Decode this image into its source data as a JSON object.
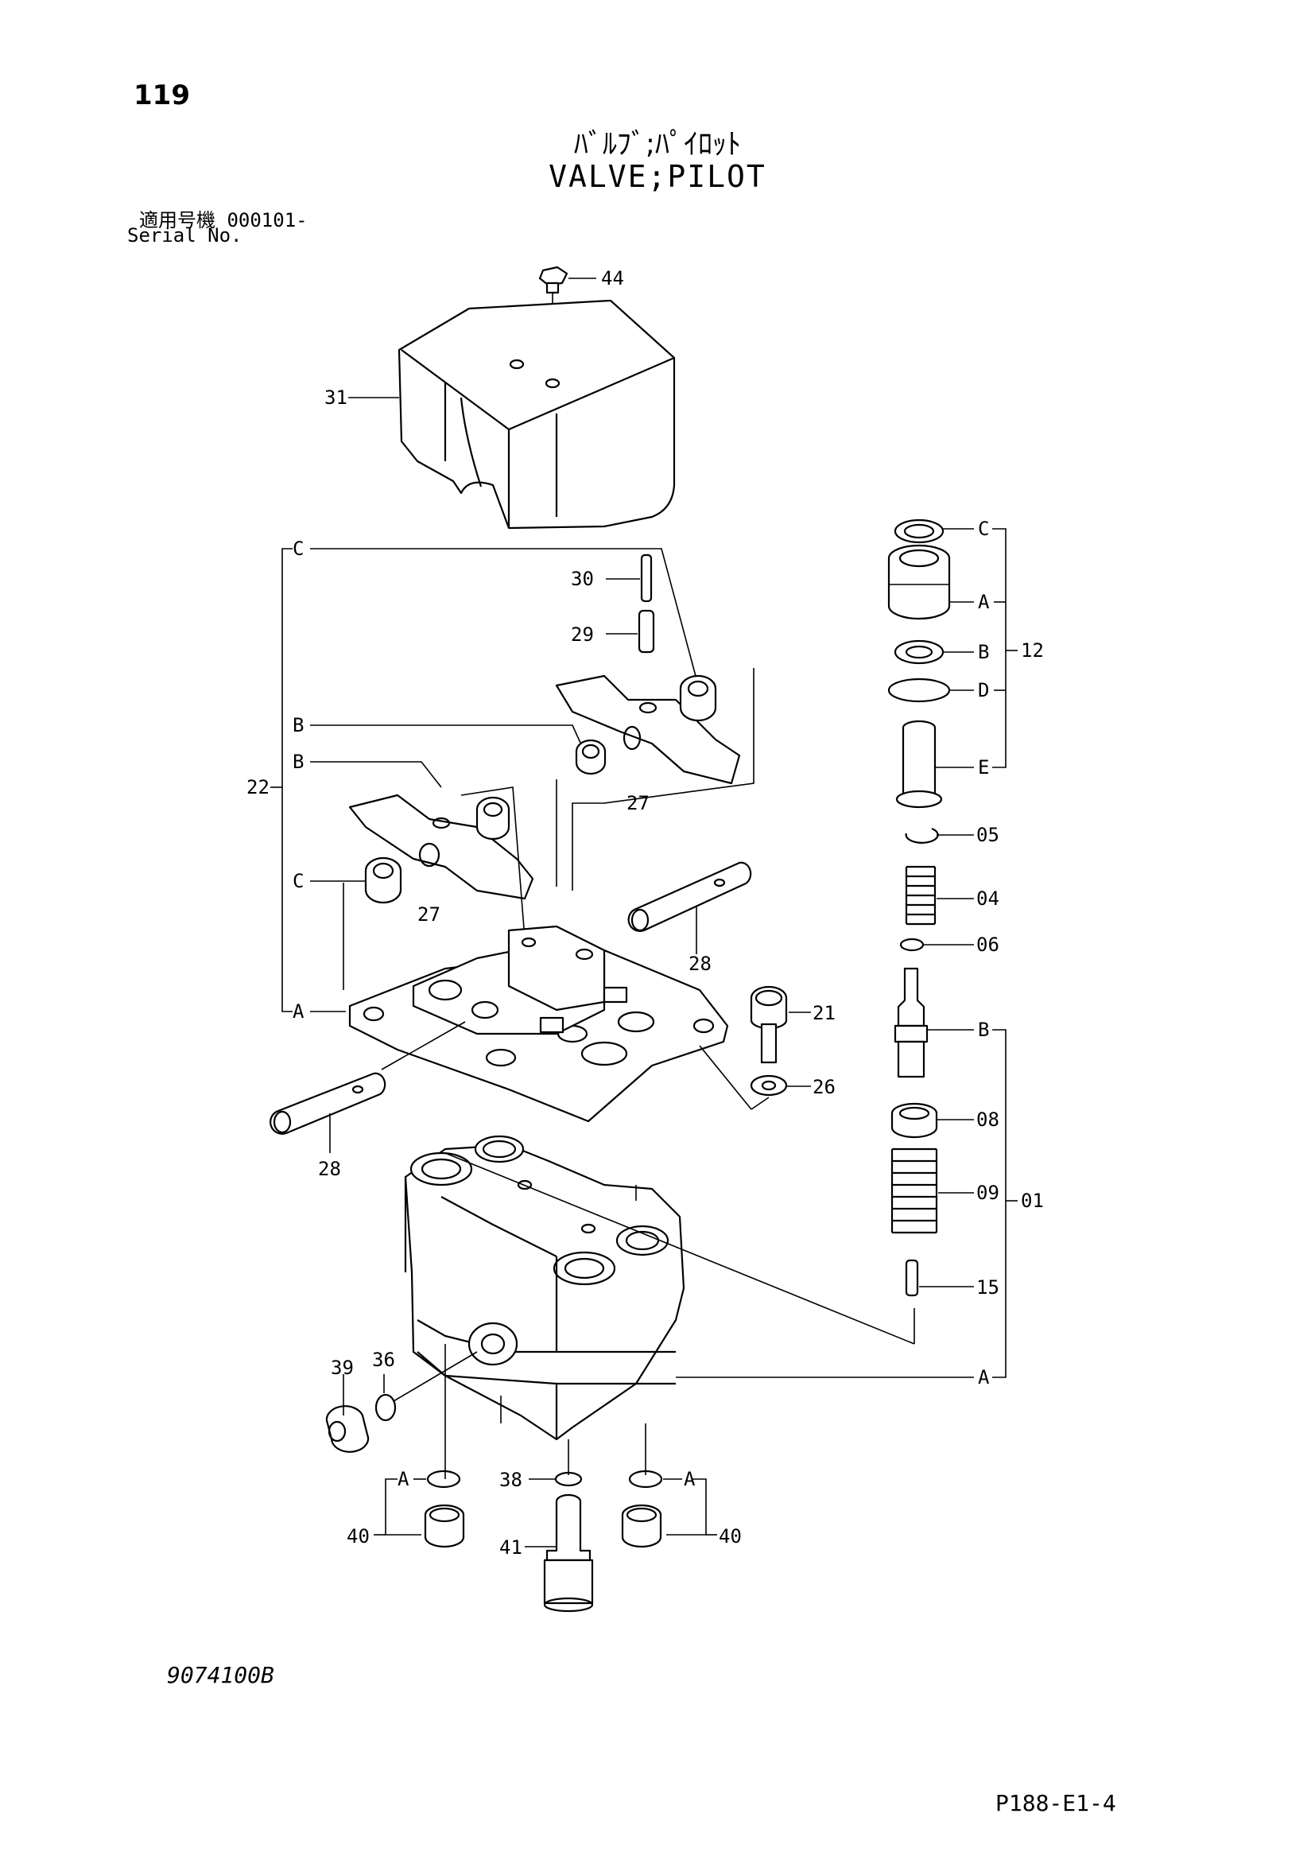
{
  "header": {
    "page_number": "119",
    "title_jp": "ﾊﾞﾙﾌﾞ;ﾊﾟｲﾛｯﾄ",
    "title_en": "VALVE;PILOT",
    "serial_line1": "適用号機  000101-",
    "serial_line2": "Serial No."
  },
  "footer": {
    "drawing_id": "9074100B",
    "page_code": "P188-E1-4"
  },
  "callouts": {
    "p44": "44",
    "p31": "31",
    "p30": "30",
    "p29": "29",
    "p22": "22",
    "p27a": "27",
    "p27b": "27",
    "p28a": "28",
    "p28b": "28",
    "p21": "21",
    "p26": "26",
    "p39": "39",
    "p36": "36",
    "p38": "38",
    "p40a": "40",
    "p40b": "40",
    "p41": "41",
    "p12": "12",
    "p05": "05",
    "p04": "04",
    "p06": "06",
    "p08": "08",
    "p09": "09",
    "p01": "01",
    "p15": "15",
    "refC1": "C",
    "refB1": "B",
    "refB2": "B",
    "refC2": "C",
    "refA1": "A",
    "rC": "C",
    "rA": "A",
    "rB": "B",
    "rD": "D",
    "rE": "E",
    "rB2": "B",
    "rA2": "A",
    "bA1": "A",
    "bA2": "A"
  }
}
